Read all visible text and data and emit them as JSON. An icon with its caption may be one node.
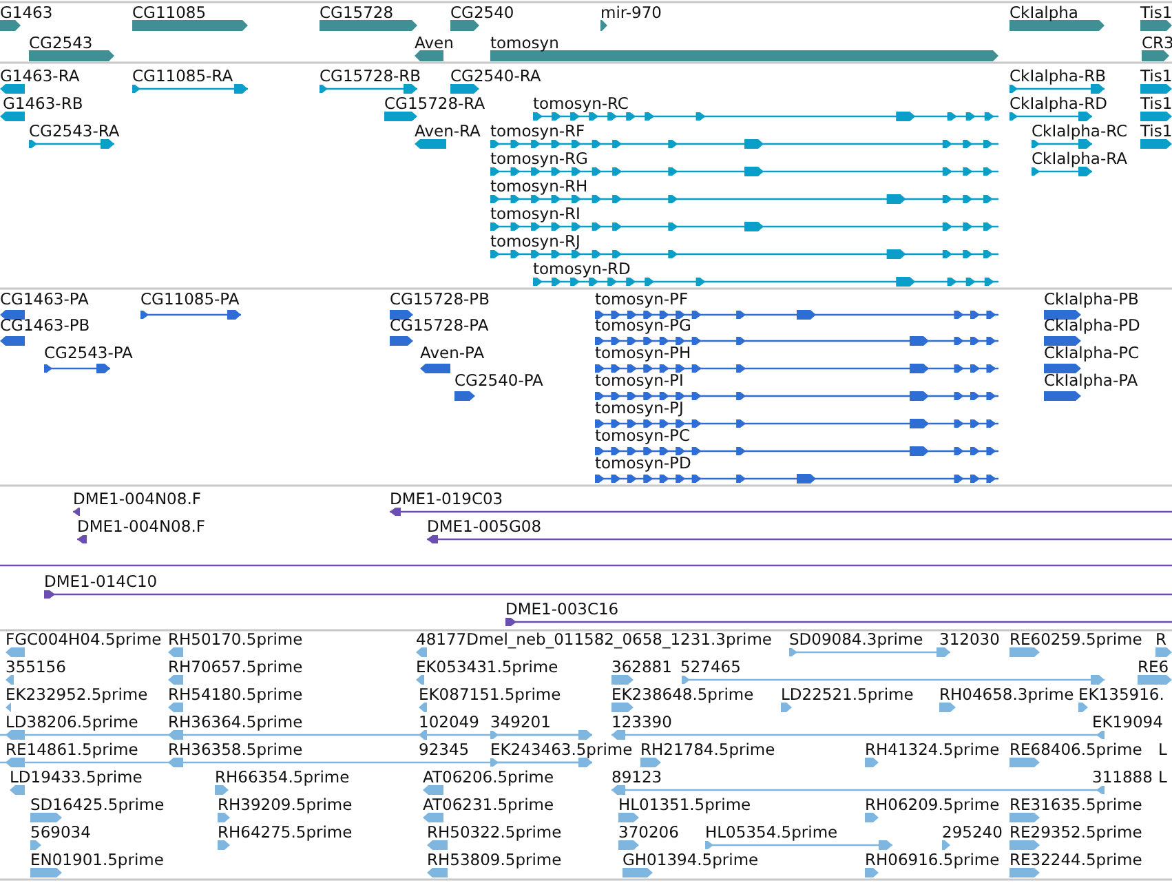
{
  "diagram": {
    "labels": [
      "G1463",
      "CG11085",
      "CG15728",
      "CG2540",
      "mir-970",
      "CkIalpha",
      "Tis1",
      "CG2543",
      "Aven",
      "tomosyn",
      "CR3",
      "G1463-RA",
      "CG11085-RA",
      "CG15728-RB",
      "CG2540-RA",
      "CkIalpha-RB",
      "Tis1",
      "G1463-RB",
      "CG15728-RA",
      "tomosyn-RC",
      "CkIalpha-RD",
      "Tis1",
      "CG2543-RA",
      "Aven-RA",
      "tomosyn-RF",
      "CkIalpha-RC",
      "Tis1",
      "tomosyn-RG",
      "CkIalpha-RA",
      "tomosyn-RH",
      "tomosyn-RI",
      "tomosyn-RJ",
      "tomosyn-RD",
      "CG1463-PA",
      "CG11085-PA",
      "CG15728-PB",
      "tomosyn-PF",
      "CkIalpha-PB",
      "CG1463-PB",
      "CG15728-PA",
      "tomosyn-PG",
      "CkIalpha-PD",
      "CG2543-PA",
      "Aven-PA",
      "tomosyn-PH",
      "CkIalpha-PC",
      "CG2540-PA",
      "tomosyn-PI",
      "CkIalpha-PA",
      "tomosyn-PJ",
      "tomosyn-PC",
      "tomosyn-PD",
      "DME1-004N08.F",
      "DME1-019C03",
      "DME1-004N08.F",
      "DME1-005G08",
      "DME1-014C10",
      "DME1-003C16",
      "FGC004H04.5prime",
      "RH50170.5prime",
      "48177Dmel_neb_011582_0658_1231.3prime",
      "SD09084.3prime",
      "312030",
      "RE60259.5prime",
      "R",
      "355156",
      "RH70657.5prime",
      "EK053431.5prime",
      "362881",
      "527465",
      "RE6",
      "EK232952.5prime",
      "RH54180.5prime",
      "EK087151.5prime",
      "EK238648.5prime",
      "LD22521.5prime",
      "RH04658.3prime",
      "EK135916.",
      "LD38206.5prime",
      "RH36364.5prime",
      "102049",
      "349201",
      "123390",
      "EK19094",
      "RE14861.5prime",
      "RH36358.5prime",
      "92345",
      "EK243463.5prime",
      "RH21784.5prime",
      "RH41324.5prime",
      "RE68406.5prime",
      "L",
      "LD19433.5prime",
      "RH66354.5prime",
      "AT06206.5prime",
      "89123",
      "311888",
      "L",
      "SD16425.5prime",
      "RH39209.5prime",
      "AT06231.5prime",
      "HL01351.5prime",
      "RH06209.5prime",
      "RE31635.5prime",
      "569034",
      "RH64275.5prime",
      "RH50322.5prime",
      "370206",
      "HL05354.5prime",
      "295240",
      "RE29352.5prime",
      "EN01901.5prime",
      "RH53809.5prime",
      "GH01394.5prime",
      "RH06916.5prime",
      "RE32244.5prime"
    ]
  }
}
